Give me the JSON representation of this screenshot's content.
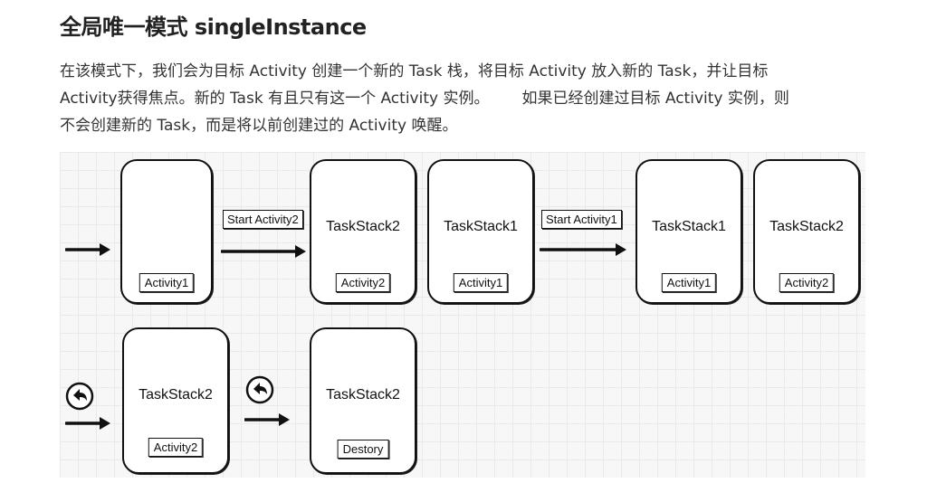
{
  "title": "全局唯一模式 singleInstance",
  "paragraph": {
    "line1": "在该模式下，我们会为目标 Activity 创建一个新的 Task 栈，将目标 Activity 放入新的 Task，并让目标",
    "line2a": "Activity获得焦点。新的 Task 有且只有这一个 Activity 实例。",
    "line2b": "如果已经创建过目标 Activity 实例，则",
    "line3": "不会创建新的 Task，而是将以前创建过的 Activity 唤醒。"
  },
  "diagram": {
    "row1": {
      "phone1": {
        "name": "",
        "activity": "Activity1"
      },
      "transition1": "Start Activity2",
      "phone2": {
        "name": "TaskStack2",
        "activity": "Activity2"
      },
      "phone3": {
        "name": "TaskStack1",
        "activity": "Activity1"
      },
      "transition2": "Start Activity1",
      "phone4": {
        "name": "TaskStack1",
        "activity": "Activity1"
      },
      "phone5": {
        "name": "TaskStack2",
        "activity": "Activity2"
      }
    },
    "row2": {
      "phone6": {
        "name": "TaskStack2",
        "activity": "Activity2"
      },
      "phone7": {
        "name": "TaskStack2",
        "activity": "Destory"
      }
    },
    "icons": [
      "arrow-right-icon",
      "back-icon"
    ]
  }
}
